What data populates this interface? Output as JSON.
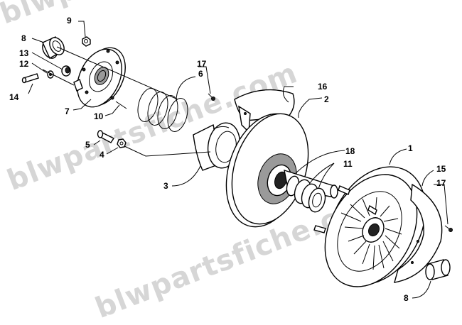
{
  "watermark": {
    "line1": "blwpartsfiche.com",
    "line2": "blwpartsfiche.com",
    "line3": "blwpartsfiche.com"
  },
  "callouts": [
    {
      "id": "c1",
      "text": "1"
    },
    {
      "id": "c2",
      "text": "2"
    },
    {
      "id": "c3",
      "text": "3"
    },
    {
      "id": "c4",
      "text": "4"
    },
    {
      "id": "c5",
      "text": "5"
    },
    {
      "id": "c6",
      "text": "6"
    },
    {
      "id": "c7",
      "text": "7"
    },
    {
      "id": "c8a",
      "text": "8"
    },
    {
      "id": "c8b",
      "text": "8"
    },
    {
      "id": "c9",
      "text": "9"
    },
    {
      "id": "c10",
      "text": "10"
    },
    {
      "id": "c11",
      "text": "11"
    },
    {
      "id": "c12",
      "text": "12"
    },
    {
      "id": "c13",
      "text": "13"
    },
    {
      "id": "c14",
      "text": "14"
    },
    {
      "id": "c15",
      "text": "15"
    },
    {
      "id": "c16",
      "text": "16"
    },
    {
      "id": "c17a",
      "text": "17"
    },
    {
      "id": "c17b",
      "text": "17"
    },
    {
      "id": "c18",
      "text": "18"
    }
  ]
}
